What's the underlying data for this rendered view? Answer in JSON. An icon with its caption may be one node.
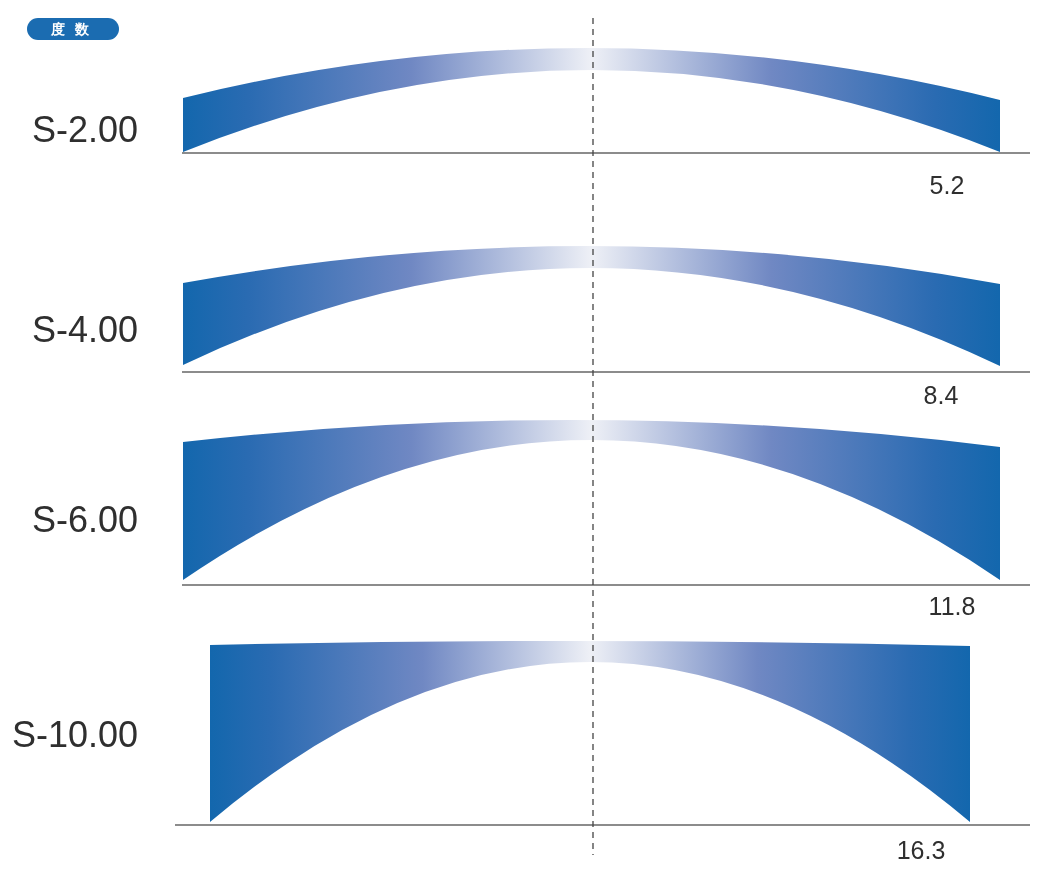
{
  "diagram": {
    "nodes": [
      {
        "text": [
          "度数"
        ]
      }
    ],
    "labels": [
      "S-2.00",
      "5.2",
      "S-4.00",
      "8.4",
      "S-6.00",
      "11.8",
      "S-10.00",
      "16.3"
    ]
  }
}
